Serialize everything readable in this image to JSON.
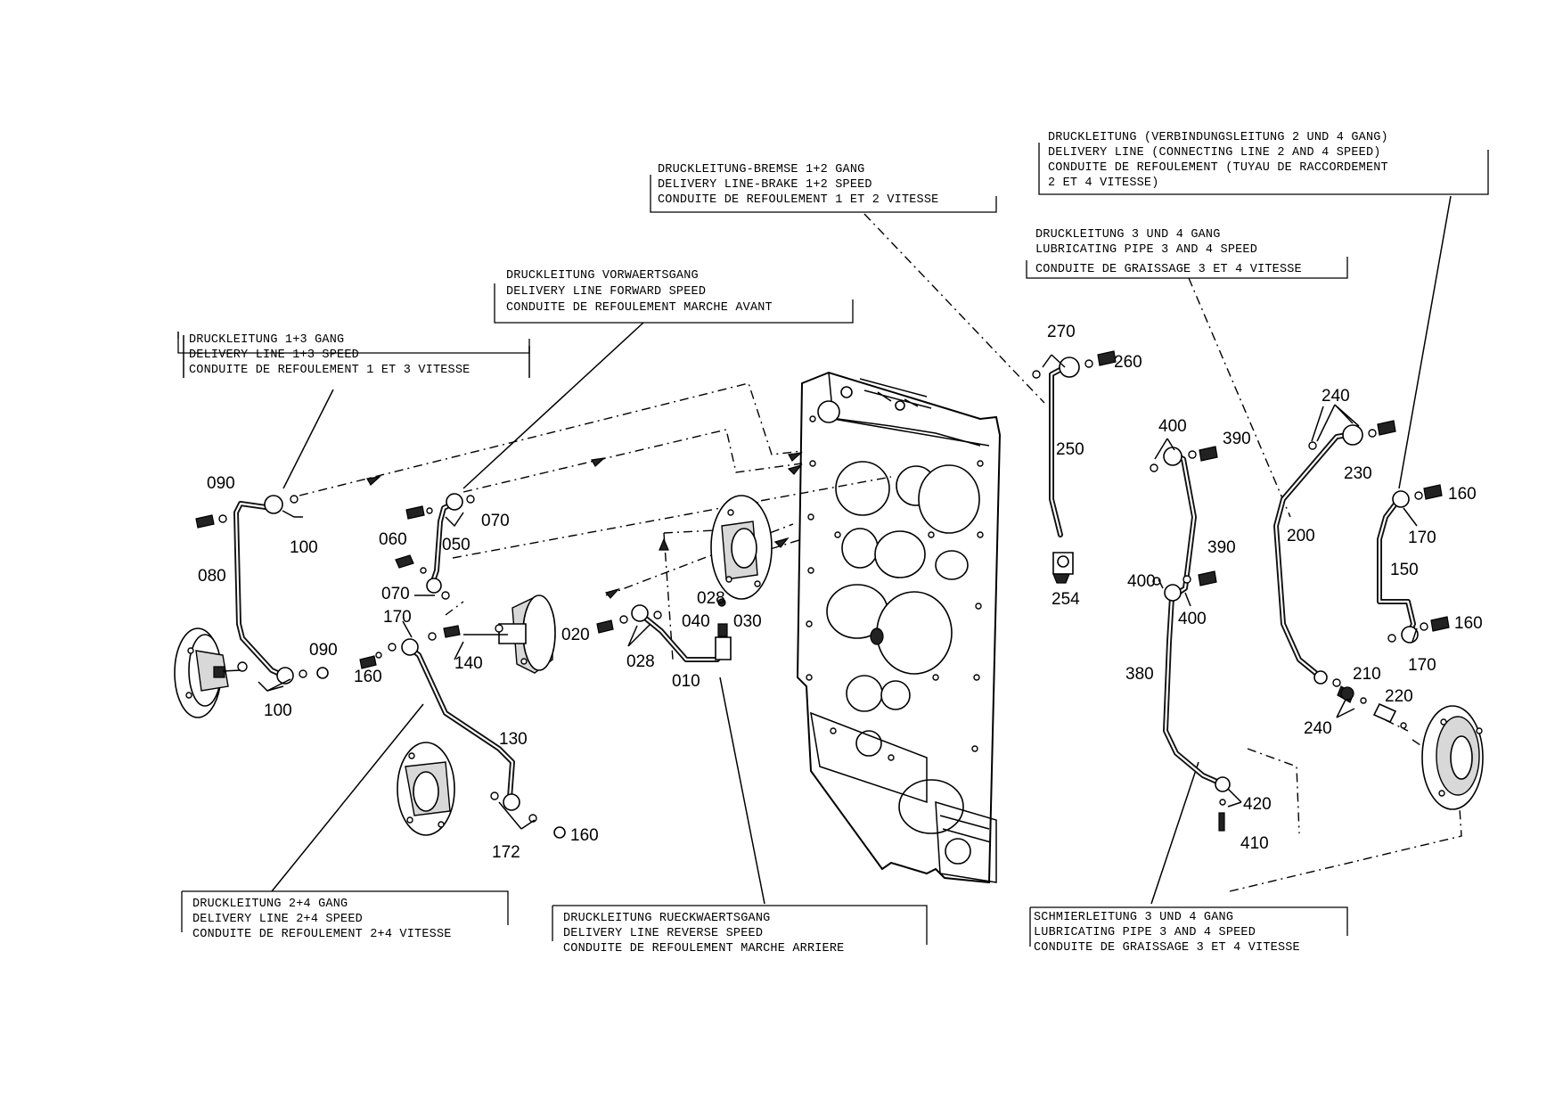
{
  "captions": {
    "delivery_1_3": [
      "DRUCKLEITUNG 1+3 GANG",
      "DELIVERY LINE 1+3 SPEED",
      "CONDUITE DE REFOULEMENT 1 ET 3 VITESSE"
    ],
    "delivery_forward": [
      "DRUCKLEITUNG VORWAERTSGANG",
      "DELIVERY LINE FORWARD SPEED",
      "CONDUITE DE REFOULEMENT MARCHE AVANT"
    ],
    "delivery_brake": [
      "DRUCKLEITUNG-BREMSE 1+2 GANG",
      "DELIVERY LINE-BRAKE 1+2 SPEED",
      "CONDUITE DE REFOULEMENT 1 ET 2 VITESSE"
    ],
    "delivery_2_4_connecting": [
      "DRUCKLEITUNG (VERBINDUNGSLEITUNG 2 UND 4 GANG)",
      "DELIVERY LINE (CONNECTING LINE 2 AND 4 SPEED)",
      "CONDUITE DE REFOULEMENT (TUYAU DE RACCORDEMENT",
      "2 ET 4 VITESSE)"
    ],
    "lubricating_3_4_top": [
      "DRUCKLEITUNG 3 UND 4 GANG",
      "LUBRICATING PIPE 3 AND 4 SPEED",
      "CONDUITE DE GRAISSAGE 3 ET 4 VITESSE"
    ],
    "delivery_2_4": [
      "DRUCKLEITUNG 2+4 GANG",
      "DELIVERY LINE 2+4 SPEED",
      "CONDUITE DE REFOULEMENT 2+4 VITESSE"
    ],
    "delivery_reverse": [
      "DRUCKLEITUNG RUECKWAERTSGANG",
      "DELIVERY LINE REVERSE SPEED",
      "CONDUITE DE REFOULEMENT MARCHE ARRIERE"
    ],
    "lubricating_3_4_bottom": [
      "SCHMIERLEITUNG 3 UND 4 GANG",
      "LUBRICATING PIPE 3 AND 4 SPEED",
      "CONDUITE DE GRAISSAGE 3 ET 4 VITESSE"
    ]
  },
  "part_labels": {
    "p090a": "090",
    "p100a": "100",
    "p080": "080",
    "p100b": "100",
    "p090b": "090",
    "p060": "060",
    "p050": "050",
    "p070a": "070",
    "p070b": "070",
    "p170a": "170",
    "p160a": "160",
    "p140": "140",
    "p130": "130",
    "p172": "172",
    "p160b": "160",
    "p020": "020",
    "p028a": "028",
    "p028b": "028",
    "p040": "040",
    "p030": "030",
    "p010": "010",
    "p270": "270",
    "p260": "260",
    "p250": "250",
    "p254": "254",
    "p400a": "400",
    "p390a": "390",
    "p390b": "390",
    "p400b": "400",
    "p400c": "400",
    "p380": "380",
    "p420": "420",
    "p410": "410",
    "p240a": "240",
    "p230": "230",
    "p200": "200",
    "p210": "210",
    "p220": "220",
    "p240b": "240",
    "p160c": "160",
    "p170b": "170",
    "p150": "150",
    "p160d": "160",
    "p170c": "170"
  }
}
